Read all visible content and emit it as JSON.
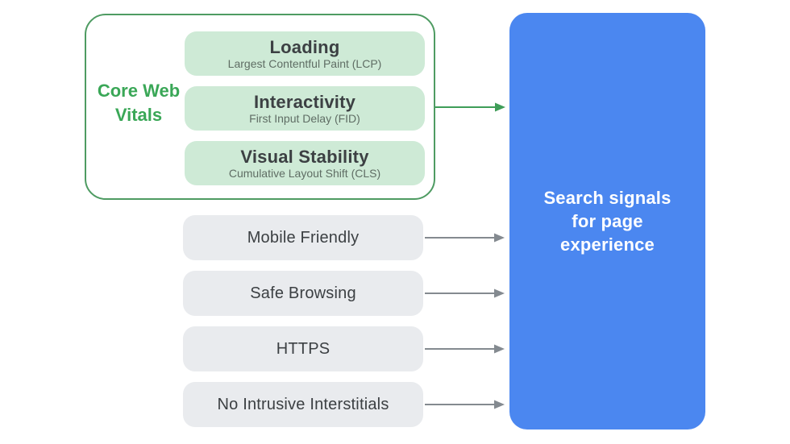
{
  "diagram": {
    "core_web_vitals": {
      "label": "Core Web Vitals",
      "items": [
        {
          "title": "Loading",
          "subtitle": "Largest Contentful Paint (LCP)"
        },
        {
          "title": "Interactivity",
          "subtitle": "First Input Delay (FID)"
        },
        {
          "title": "Visual Stability",
          "subtitle": "Cumulative Layout Shift (CLS)"
        }
      ]
    },
    "other_signals": [
      {
        "label": "Mobile Friendly"
      },
      {
        "label": "Safe Browsing"
      },
      {
        "label": "HTTPS"
      },
      {
        "label": "No Intrusive Interstitials"
      }
    ],
    "result": {
      "label": "Search signals for page experience"
    },
    "colors": {
      "green_accent": "#3aa757",
      "green_border": "#4e9b62",
      "green_pill_bg": "#ceead6",
      "gray_pill_bg": "#e9ebee",
      "pill_title": "#3c4043",
      "pill_subtitle": "#5f6d64",
      "arrow_gray": "#848a90",
      "arrow_green": "#3f9d58",
      "blue_box_bg": "#4b87f0",
      "blue_box_text": "#ffffff",
      "page_bg": "#ffffff"
    }
  }
}
